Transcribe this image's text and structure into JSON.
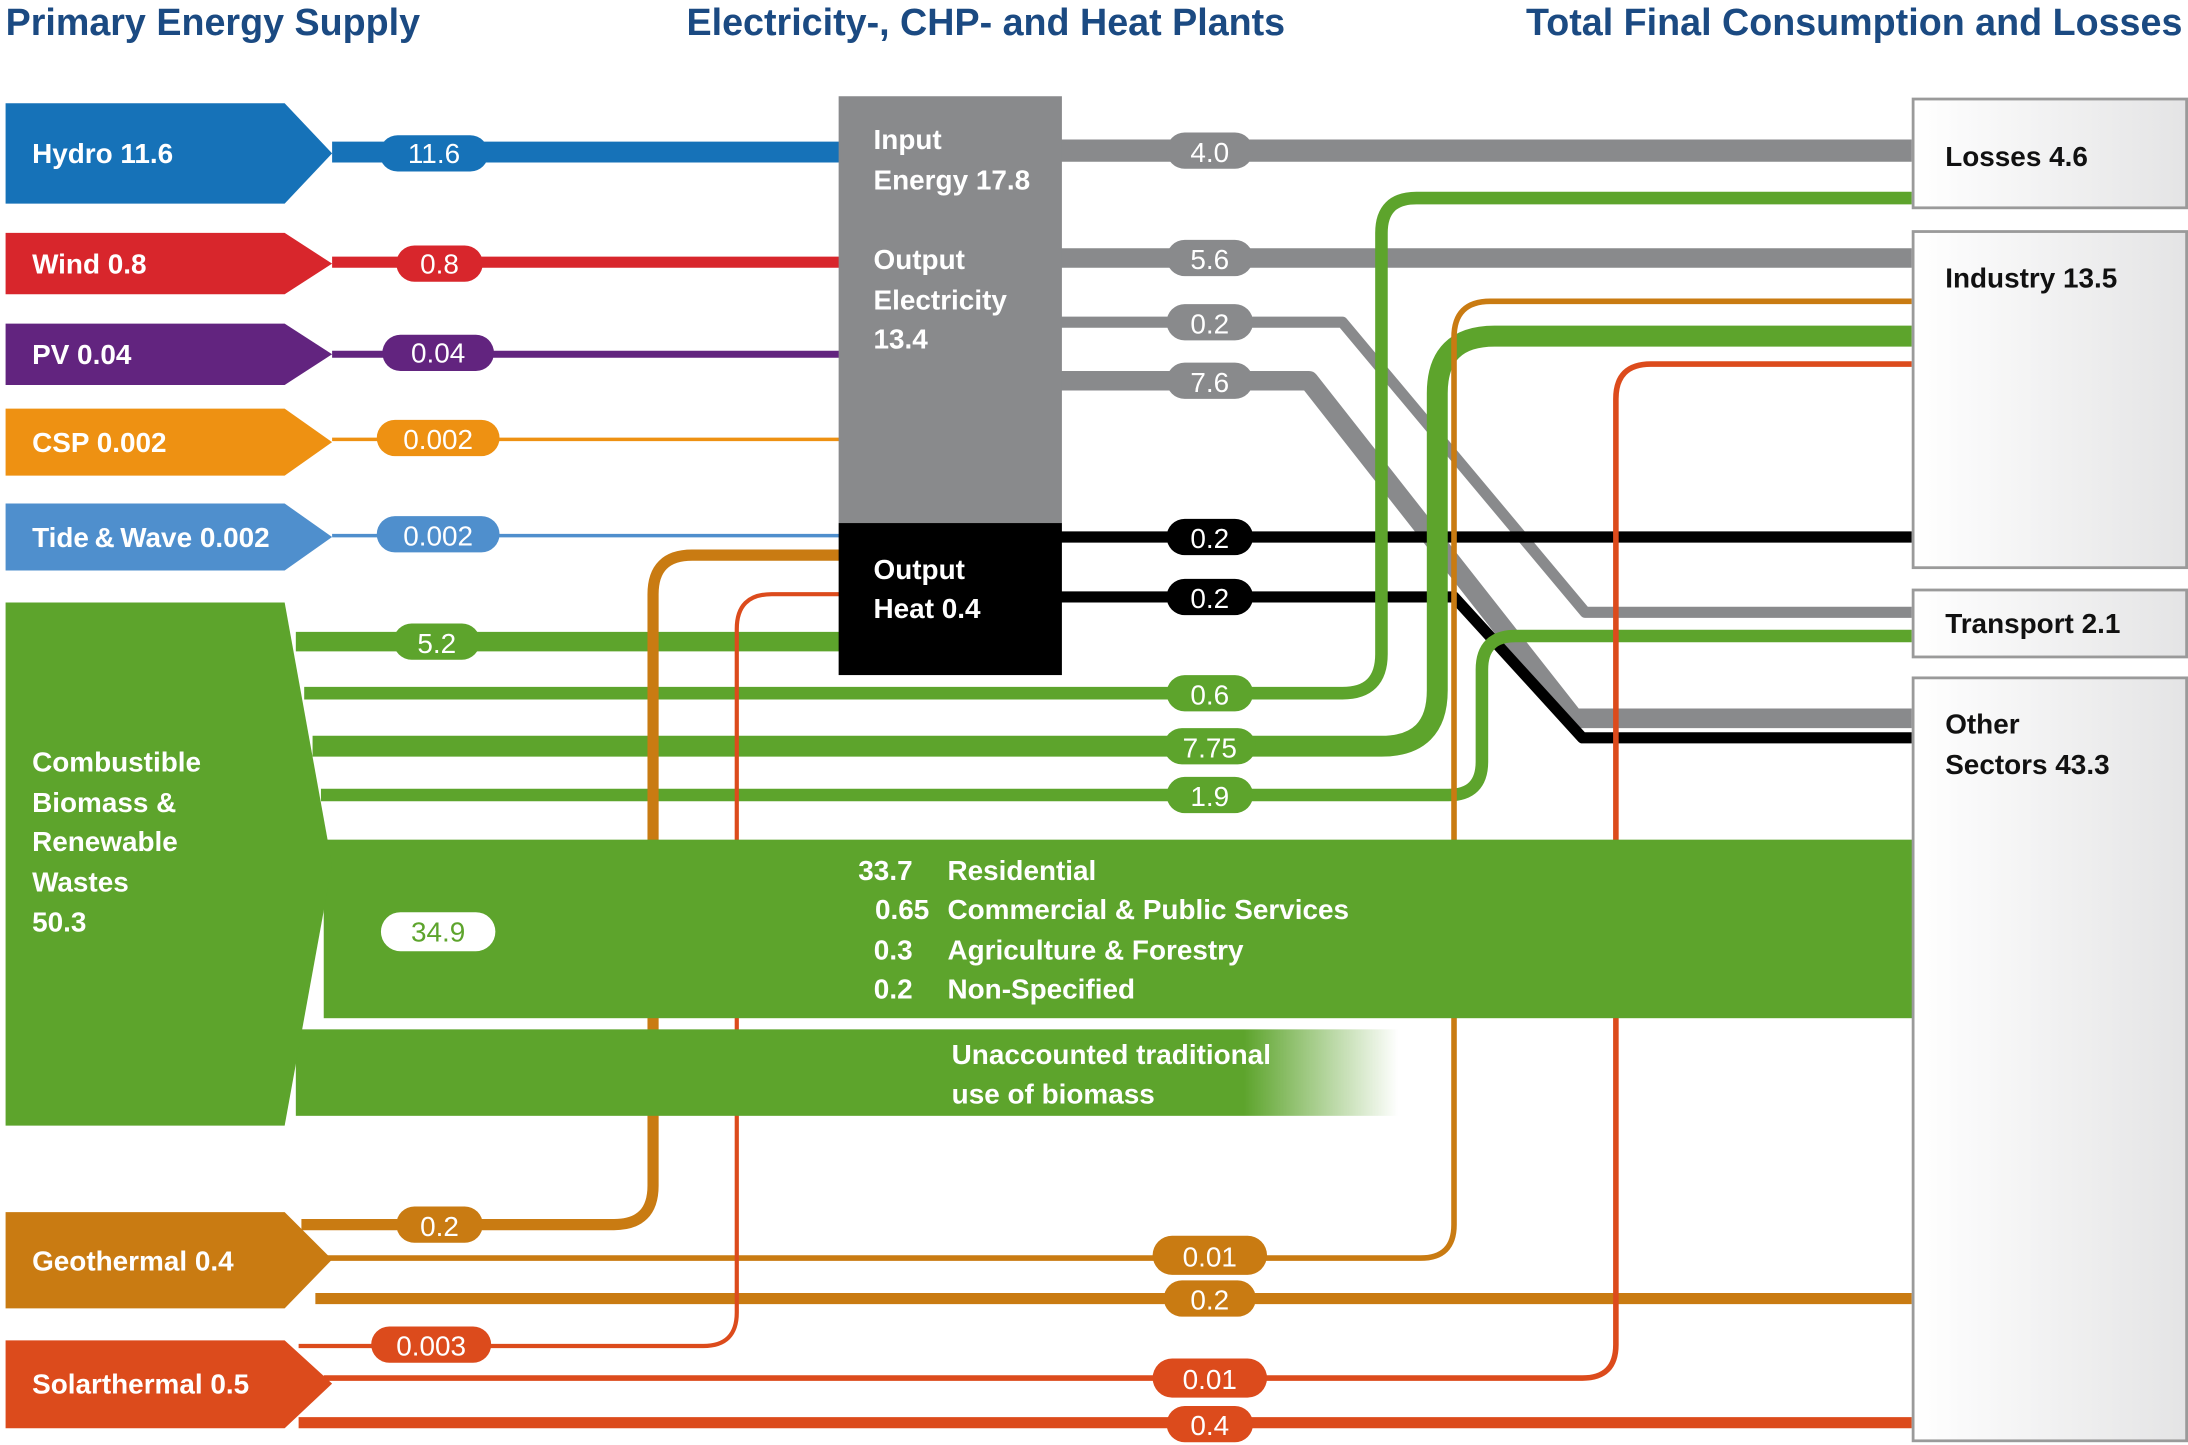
{
  "headers": {
    "primary": "Primary Energy Supply",
    "plants": "Electricity-, CHP- and Heat Plants",
    "final": "Total Final Consumption and Losses"
  },
  "sources": {
    "hydro": {
      "label": "Hydro 11.6",
      "color": "#1672b8",
      "flow": "11.6"
    },
    "wind": {
      "label": "Wind 0.8",
      "color": "#d8262c",
      "flow": "0.8"
    },
    "pv": {
      "label": "PV 0.04",
      "color": "#62247f",
      "flow": "0.04"
    },
    "csp": {
      "label": "CSP 0.002",
      "color": "#ee9112",
      "flow": "0.002"
    },
    "tide": {
      "label": "Tide & Wave 0.002",
      "color": "#4f8fcd",
      "flow": "0.002"
    },
    "biomass": {
      "label_lines": [
        "Combustible",
        "Biomass &",
        "Renewable",
        "Wastes",
        "50.3"
      ],
      "color": "#5da42c",
      "flows": {
        "to_plants": "5.2",
        "to_losses": "0.6",
        "to_industry": "7.75",
        "to_transport": "1.9",
        "direct": "34.9"
      }
    },
    "geothermal": {
      "label": "Geothermal 0.4",
      "color": "#c97b12",
      "flows": {
        "to_heat": "0.2",
        "to_industry": "0.01",
        "to_other": "0.2"
      }
    },
    "solarthermal": {
      "label": "Solarthermal 0.5",
      "color": "#dc4b1c",
      "flows": {
        "to_heat": "0.003",
        "to_industry": "0.01",
        "to_other": "0.4"
      }
    }
  },
  "plants": {
    "input": [
      "Input",
      "Energy 17.8"
    ],
    "output_electricity": [
      "Output",
      "Electricity",
      "13.4"
    ],
    "output_heat": [
      "Output",
      "Heat 0.4"
    ],
    "flows": {
      "losses": "4.0",
      "to_industry": "5.6",
      "to_transport": "0.2",
      "to_other": "7.6",
      "heat_to_industry": "0.2",
      "heat_to_other": "0.2"
    }
  },
  "sinks": {
    "losses": "Losses 4.6",
    "industry": "Industry 13.5",
    "transport": "Transport 2.1",
    "other": [
      "Other",
      "Sectors 43.3"
    ]
  },
  "breakdown": [
    {
      "value": "33.7",
      "label": "Residential"
    },
    {
      "value": "0.65",
      "label": "Commercial & Public Services"
    },
    {
      "value": "0.3",
      "label": "Agriculture & Forestry"
    },
    {
      "value": "0.2",
      "label": "Non-Specified"
    }
  ],
  "unaccounted": [
    "Unaccounted traditional",
    "use of biomass"
  ],
  "colors": {
    "title": "#1b4a82",
    "plant_gray": "#898a8c",
    "heat_black": "#000000",
    "sink_border": "#9a9a9a"
  }
}
